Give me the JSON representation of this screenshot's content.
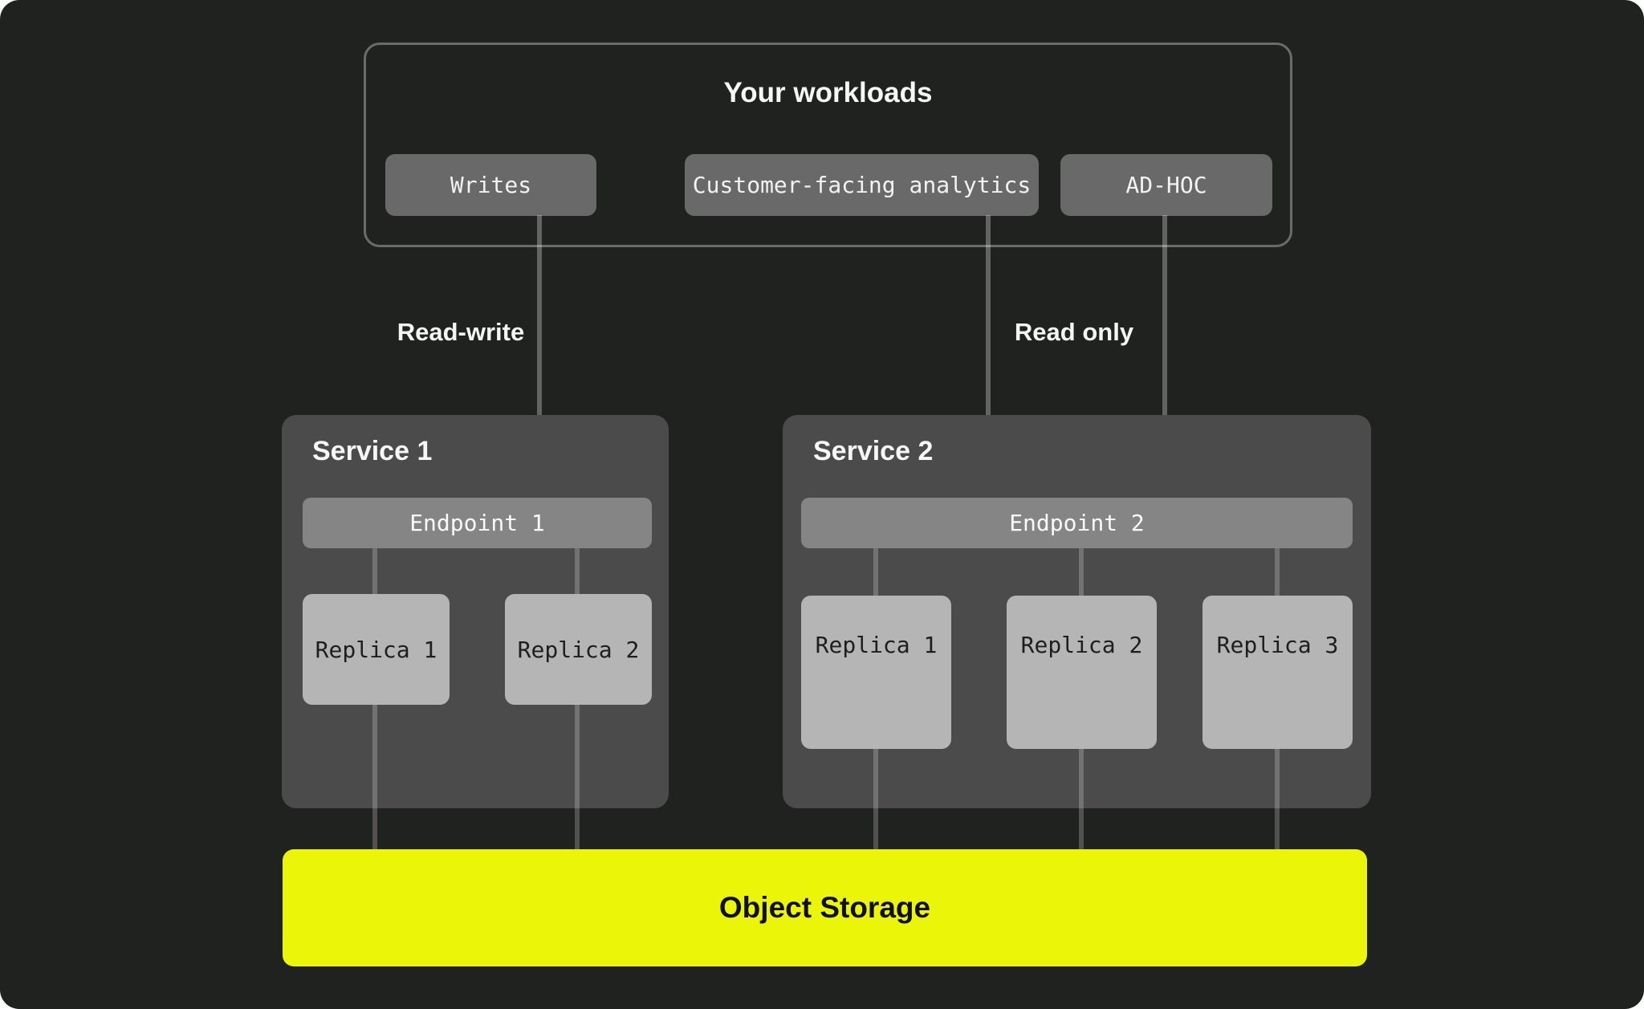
{
  "workloads": {
    "title": "Your workloads",
    "buttons": [
      {
        "label": "Writes"
      },
      {
        "label": "Customer-facing analytics"
      },
      {
        "label": "AD-HOC"
      }
    ]
  },
  "flow_labels": {
    "read_write": "Read-write",
    "read_only": "Read only"
  },
  "services": [
    {
      "title": "Service 1",
      "endpoint": "Endpoint 1",
      "replicas": [
        "Replica 1",
        "Replica 2"
      ]
    },
    {
      "title": "Service 2",
      "endpoint": "Endpoint 2",
      "replicas": [
        "Replica 1",
        "Replica 2",
        "Replica 3"
      ]
    }
  ],
  "storage": {
    "label": "Object Storage"
  },
  "colors": {
    "canvas_background": "#20221f",
    "workloads_outline": "#6b6b6b",
    "workload_button": "#696969",
    "service_panel": "#4b4b4b",
    "endpoint_bar": "#858585",
    "replica_box": "#b5b5b5",
    "object_storage": "#ebf508",
    "text_light": "#f5f5f5",
    "text_dark": "#1e1e1e"
  }
}
